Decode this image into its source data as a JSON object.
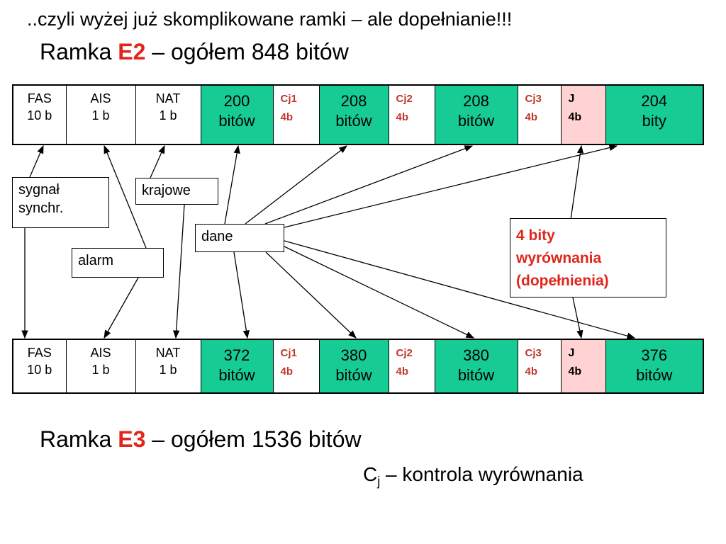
{
  "subtitle": "..czyli wyżej już skomplikowane ramki – ale dopełnianie!!!",
  "e2": {
    "title_pre": "Ramka ",
    "title_code": "E2",
    "title_post": " – ogółem 848 bitów"
  },
  "e3": {
    "title_pre": "Ramka ",
    "title_code": "E3",
    "title_post": " – ogółem 1536 bitów"
  },
  "top_row": [
    {
      "l1": "FAS",
      "l2": "10 b",
      "kind": "hdr",
      "color": "#ffffff"
    },
    {
      "l1": "AIS",
      "l2": "1 b",
      "kind": "hdr",
      "color": "#ffffff"
    },
    {
      "l1": "NAT",
      "l2": "1 b",
      "kind": "hdr",
      "color": "#ffffff"
    },
    {
      "l1": "200",
      "l2": "bitów",
      "kind": "data",
      "color": "#17cc94"
    },
    {
      "l1": "Cj1",
      "l2": "4b",
      "kind": "cj",
      "color": "#ffffff"
    },
    {
      "l1": "208",
      "l2": "bitów",
      "kind": "data",
      "color": "#17cc94"
    },
    {
      "l1": "Cj2",
      "l2": "4b",
      "kind": "cj",
      "color": "#ffffff"
    },
    {
      "l1": "208",
      "l2": "bitów",
      "kind": "data",
      "color": "#17cc94"
    },
    {
      "l1": "Cj3",
      "l2": "4b",
      "kind": "cj",
      "color": "#ffffff"
    },
    {
      "l1": "J",
      "l2": "4b",
      "kind": "jc",
      "color": "#ffd2d3"
    },
    {
      "l1": "204",
      "l2": "bity",
      "kind": "data",
      "color": "#17cc94"
    }
  ],
  "bottom_row": [
    {
      "l1": "FAS",
      "l2": "10 b",
      "kind": "hdr",
      "color": "#ffffff"
    },
    {
      "l1": "AIS",
      "l2": "1 b",
      "kind": "hdr",
      "color": "#ffffff"
    },
    {
      "l1": "NAT",
      "l2": "1 b",
      "kind": "hdr",
      "color": "#ffffff"
    },
    {
      "l1": "372",
      "l2": "bitów",
      "kind": "data",
      "color": "#17cc94"
    },
    {
      "l1": "Cj1",
      "l2": "4b",
      "kind": "cj",
      "color": "#ffffff"
    },
    {
      "l1": "380",
      "l2": "bitów",
      "kind": "data",
      "color": "#17cc94"
    },
    {
      "l1": "Cj2",
      "l2": "4b",
      "kind": "cj",
      "color": "#ffffff"
    },
    {
      "l1": "380",
      "l2": "bitów",
      "kind": "data",
      "color": "#17cc94"
    },
    {
      "l1": "Cj3",
      "l2": "4b",
      "kind": "cj",
      "color": "#ffffff"
    },
    {
      "l1": "J",
      "l2": "4b",
      "kind": "jc",
      "color": "#ffd2d3"
    },
    {
      "l1": "376",
      "l2": "bitów",
      "kind": "data",
      "color": "#17cc94"
    }
  ],
  "labels": {
    "sync_l1": "sygnał",
    "sync_l2": "synchr.",
    "krajowe": "krajowe",
    "alarm": "alarm",
    "dane": "dane",
    "justif_l1": "4 bity",
    "justif_l2": "wyrównania",
    "justif_l3": "(dopełnienia)"
  },
  "legend": {
    "symbol": "C",
    "sub": "j",
    "text": " – kontrola wyrównania"
  },
  "colors": {
    "accent_red": "#e0261b",
    "cj_red": "#c0362c",
    "green": "#17cc94",
    "pink": "#ffd2d3"
  }
}
